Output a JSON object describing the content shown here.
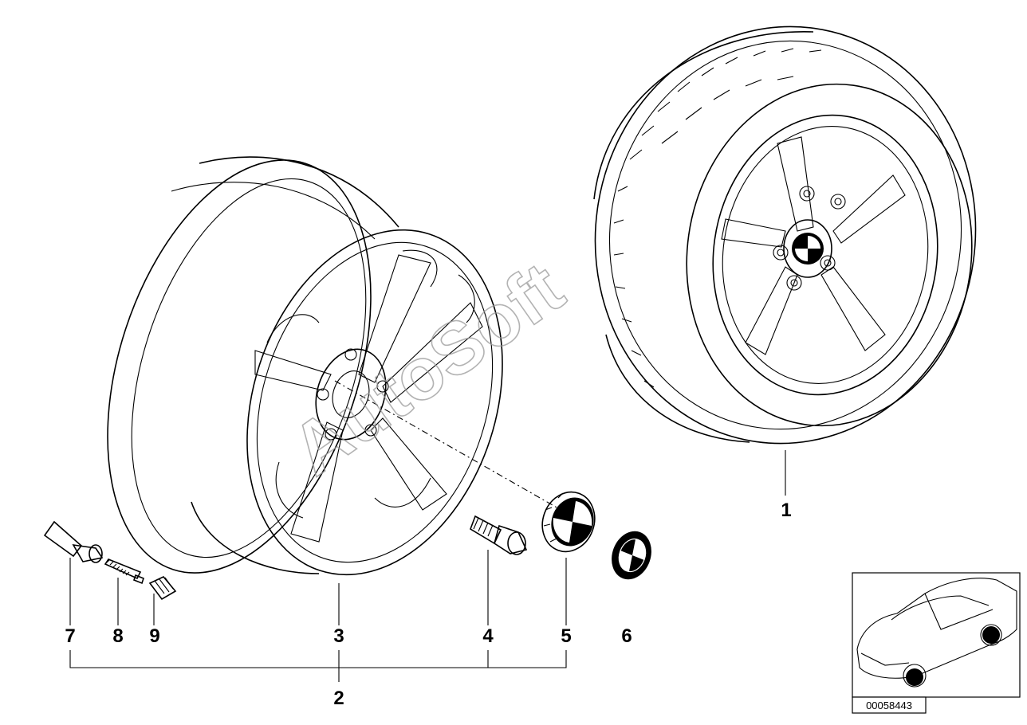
{
  "callouts": {
    "c1": "1",
    "c2": "2",
    "c3": "3",
    "c4": "4",
    "c5": "5",
    "c6": "6",
    "c7": "7",
    "c8": "8",
    "c9": "9"
  },
  "watermark": "AutoSoft",
  "inset": {
    "part_number": "00058443"
  },
  "colors": {
    "line": "#000000",
    "background": "#ffffff",
    "watermark": "#9a9a9a"
  }
}
